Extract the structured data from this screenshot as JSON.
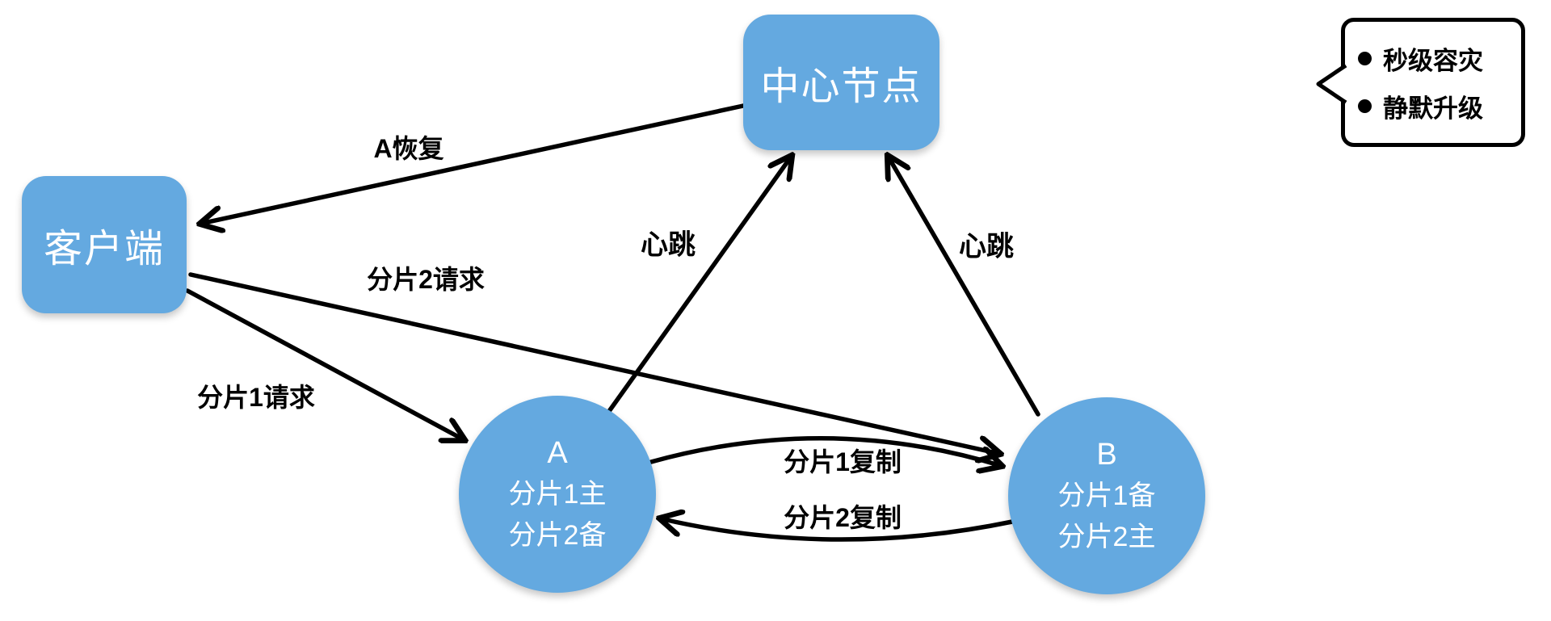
{
  "diagram": {
    "title": "sharded-cluster-failover-diagram",
    "colors": {
      "node_fill": "#64a9e0",
      "node_text": "#ffffff",
      "edge": "#000000",
      "background": "#ffffff"
    },
    "nodes": {
      "central": {
        "label": "中心节点"
      },
      "client": {
        "label": "客户端"
      },
      "nodeA": {
        "lines": [
          "A",
          "分片1主",
          "分片2备"
        ]
      },
      "nodeB": {
        "lines": [
          "B",
          "分片1备",
          "分片2主"
        ]
      }
    },
    "edges": [
      {
        "id": "a-recover",
        "label": "A恢复",
        "from": "central",
        "to": "client"
      },
      {
        "id": "shard2-request",
        "label": "分片2请求",
        "from": "client",
        "to": "nodeB"
      },
      {
        "id": "shard1-request",
        "label": "分片1请求",
        "from": "client",
        "to": "nodeA"
      },
      {
        "id": "heartbeat-a",
        "label": "心跳",
        "from": "nodeA",
        "to": "central"
      },
      {
        "id": "heartbeat-b",
        "label": "心跳",
        "from": "nodeB",
        "to": "central"
      },
      {
        "id": "shard1-replicate",
        "label": "分片1复制",
        "from": "nodeA",
        "to": "nodeB"
      },
      {
        "id": "shard2-replicate",
        "label": "分片2复制",
        "from": "nodeB",
        "to": "nodeA"
      }
    ],
    "callout": {
      "items": [
        "秒级容灾",
        "静默升级"
      ]
    }
  }
}
